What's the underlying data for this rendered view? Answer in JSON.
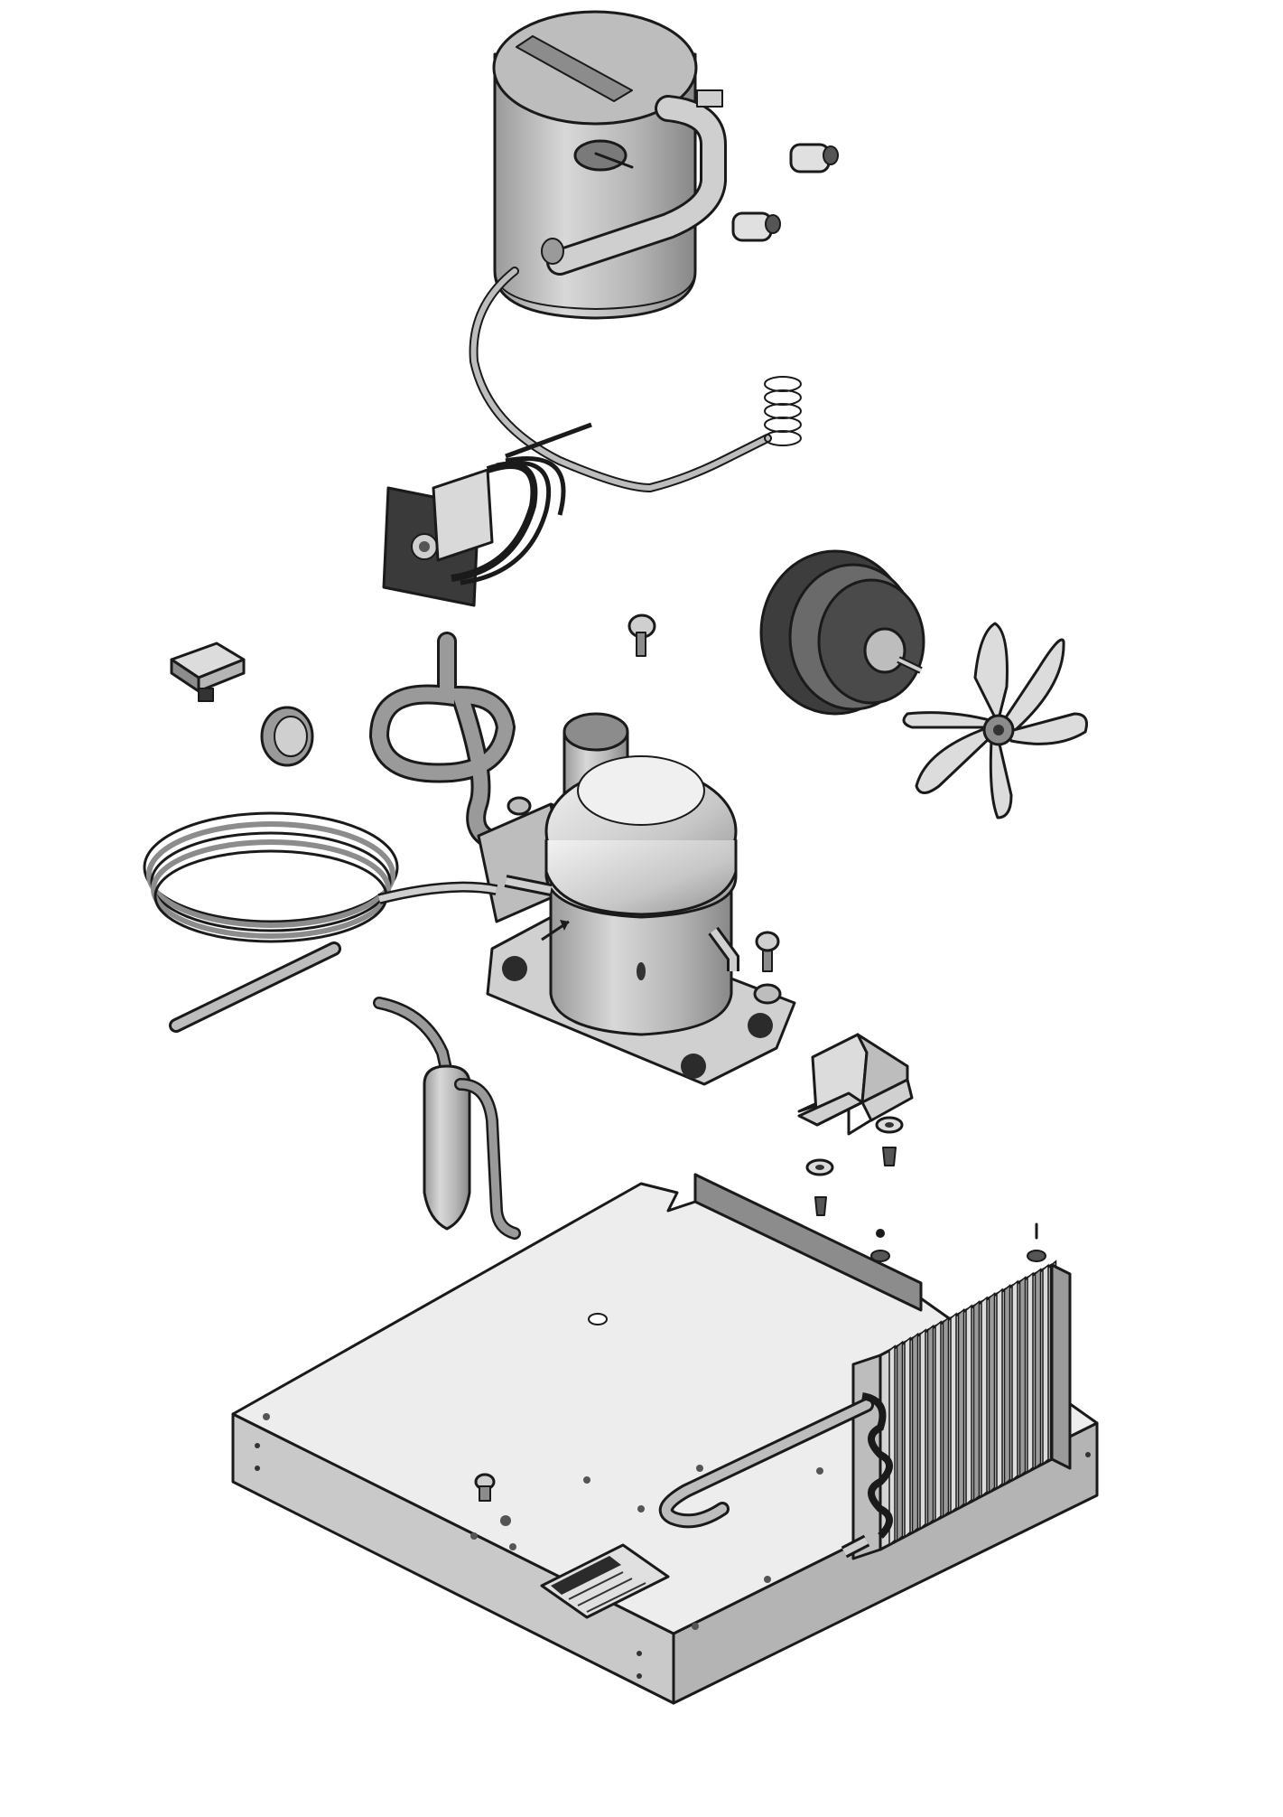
{
  "diagram": {
    "type": "exploded-view",
    "parts": [
      "water-tank",
      "hose-fittings",
      "evaporator-coil-tube",
      "thermostat",
      "fan-motor",
      "fan-blade",
      "mount-clip",
      "grommet",
      "bolt",
      "suction-loop-tube",
      "compressor",
      "capillary-tube-coil",
      "filter-drier",
      "mounting-bracket",
      "washers-and-screws",
      "base-plate",
      "condenser",
      "rating-label"
    ],
    "colors": {
      "line": "#1a1a1a",
      "metal_light": "#e6e6e6",
      "metal_mid": "#bfbfbf",
      "metal_dark": "#8c8c8c",
      "plate_top": "#ededed",
      "plate_side": "#c9c9c9"
    }
  }
}
